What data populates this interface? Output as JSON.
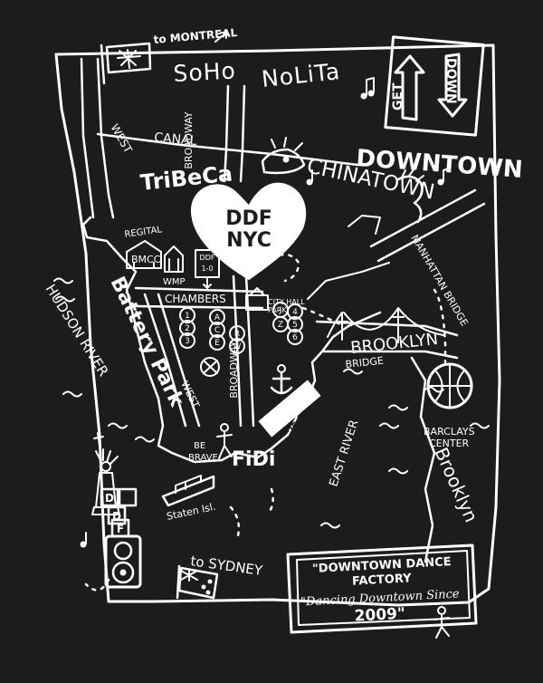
{
  "colors": {
    "background": "#1c1c1c",
    "ink": "#ffffff"
  },
  "map": {
    "to_montreal": "to MONTREAL",
    "neighborhoods": {
      "soho": "SoHo",
      "nolita": "NoLiTa",
      "tribeca": "TriBeCa",
      "chinatown": "CHINATOWN",
      "downtown": "DOWNTOWN",
      "battery_park": "Battery Park",
      "fidi": "FiDi"
    },
    "streets": {
      "canal": "CANAL",
      "west_top": "WEST",
      "west_lower": "WEST",
      "broadway_top": "BROADWAY",
      "broadway_lower": "BROADWAY",
      "chambers": "CHAMBERS"
    },
    "rivers": {
      "hudson": "HUDSON RIVER",
      "east": "EAST RIVER"
    },
    "bridges": {
      "manhattan": "MANHATTAN BRIDGE",
      "brooklyn_1": "BROOKLYN",
      "brooklyn_2": "BRIDGE"
    },
    "sign": {
      "get": "GET",
      "down": "DOWN"
    },
    "heart": {
      "line1": "DDF",
      "line2": "NYC"
    },
    "landmarks": {
      "regital": "REGITAL",
      "bmcc": "BMCC",
      "wmp": "WMP",
      "ddf_box_top": "DDF",
      "ddf_box_num": "1-0",
      "city_hall_1": "CITY HALL",
      "city_hall_2": "PARK",
      "seaport": "THE SEAPORT",
      "barclays_1": "BARCLAYS",
      "barclays_2": "CENTER",
      "be_brave_1": "BE",
      "be_brave_2": "BRAVE",
      "staten_isl": "Staten Isl.",
      "to_sydney": "to SYDNEY",
      "brooklyn": "Brooklyn"
    },
    "subway": {
      "line_a_1": "1",
      "line_a_2": "2",
      "line_a_3": "3",
      "line_b_1": "A",
      "line_b_2": "C",
      "line_b_3": "E",
      "line_c_1": "R",
      "line_c_2": "W",
      "line_d_1": "J",
      "line_d_2": "4",
      "line_d_3": "5",
      "line_d_4": "Z",
      "line_d_5": "6"
    },
    "ddf_stack": {
      "d1": "D",
      "d2": "D",
      "f": "F"
    },
    "plaque": {
      "line1": "\"DOWNTOWN DANCE",
      "line2": "FACTORY",
      "line3": "\"Dancing Downtown Since",
      "line4": "2009\""
    }
  }
}
